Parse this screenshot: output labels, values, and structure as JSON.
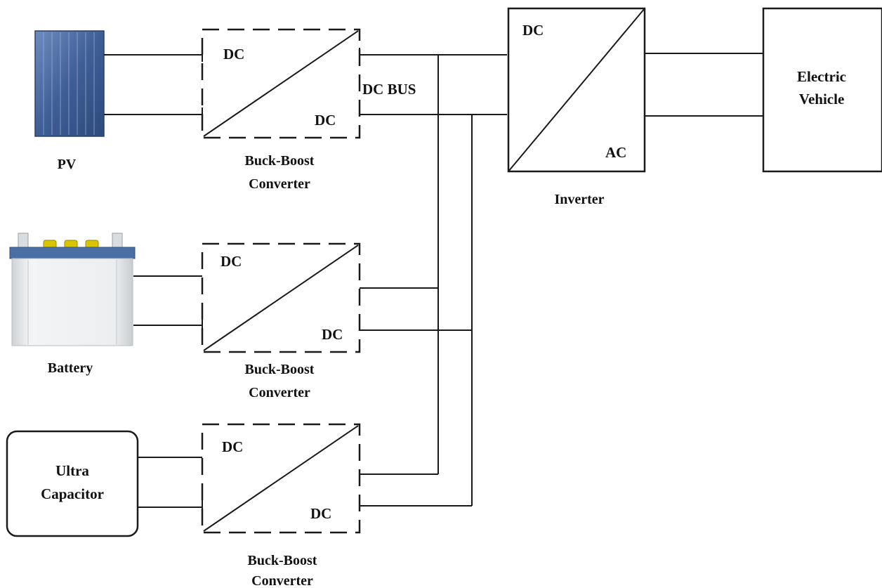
{
  "pv": {
    "label": "PV"
  },
  "battery": {
    "label": "Battery"
  },
  "ultracap": {
    "line1": "Ultra",
    "line2": "Capacitor"
  },
  "converters": [
    {
      "in_label": "DC",
      "out_label": "DC",
      "name_line1": "Buck-Boost",
      "name_line2": "Converter"
    },
    {
      "in_label": "DC",
      "out_label": "DC",
      "name_line1": "Buck-Boost",
      "name_line2": "Converter"
    },
    {
      "in_label": "DC",
      "out_label": "DC",
      "name_line1": "Buck-Boost",
      "name_line2": "Converter"
    }
  ],
  "dc_bus": {
    "label": "DC BUS"
  },
  "inverter": {
    "in_label": "DC",
    "out_label": "AC",
    "name": "Inverter"
  },
  "ev": {
    "line1": "Electric",
    "line2": "Vehicle"
  },
  "colors": {
    "pv_panel": "#3f5e96",
    "battery_top": "#4a6fa5",
    "battery_terminal": "#d8c400",
    "battery_body": "#e6e8ea"
  }
}
